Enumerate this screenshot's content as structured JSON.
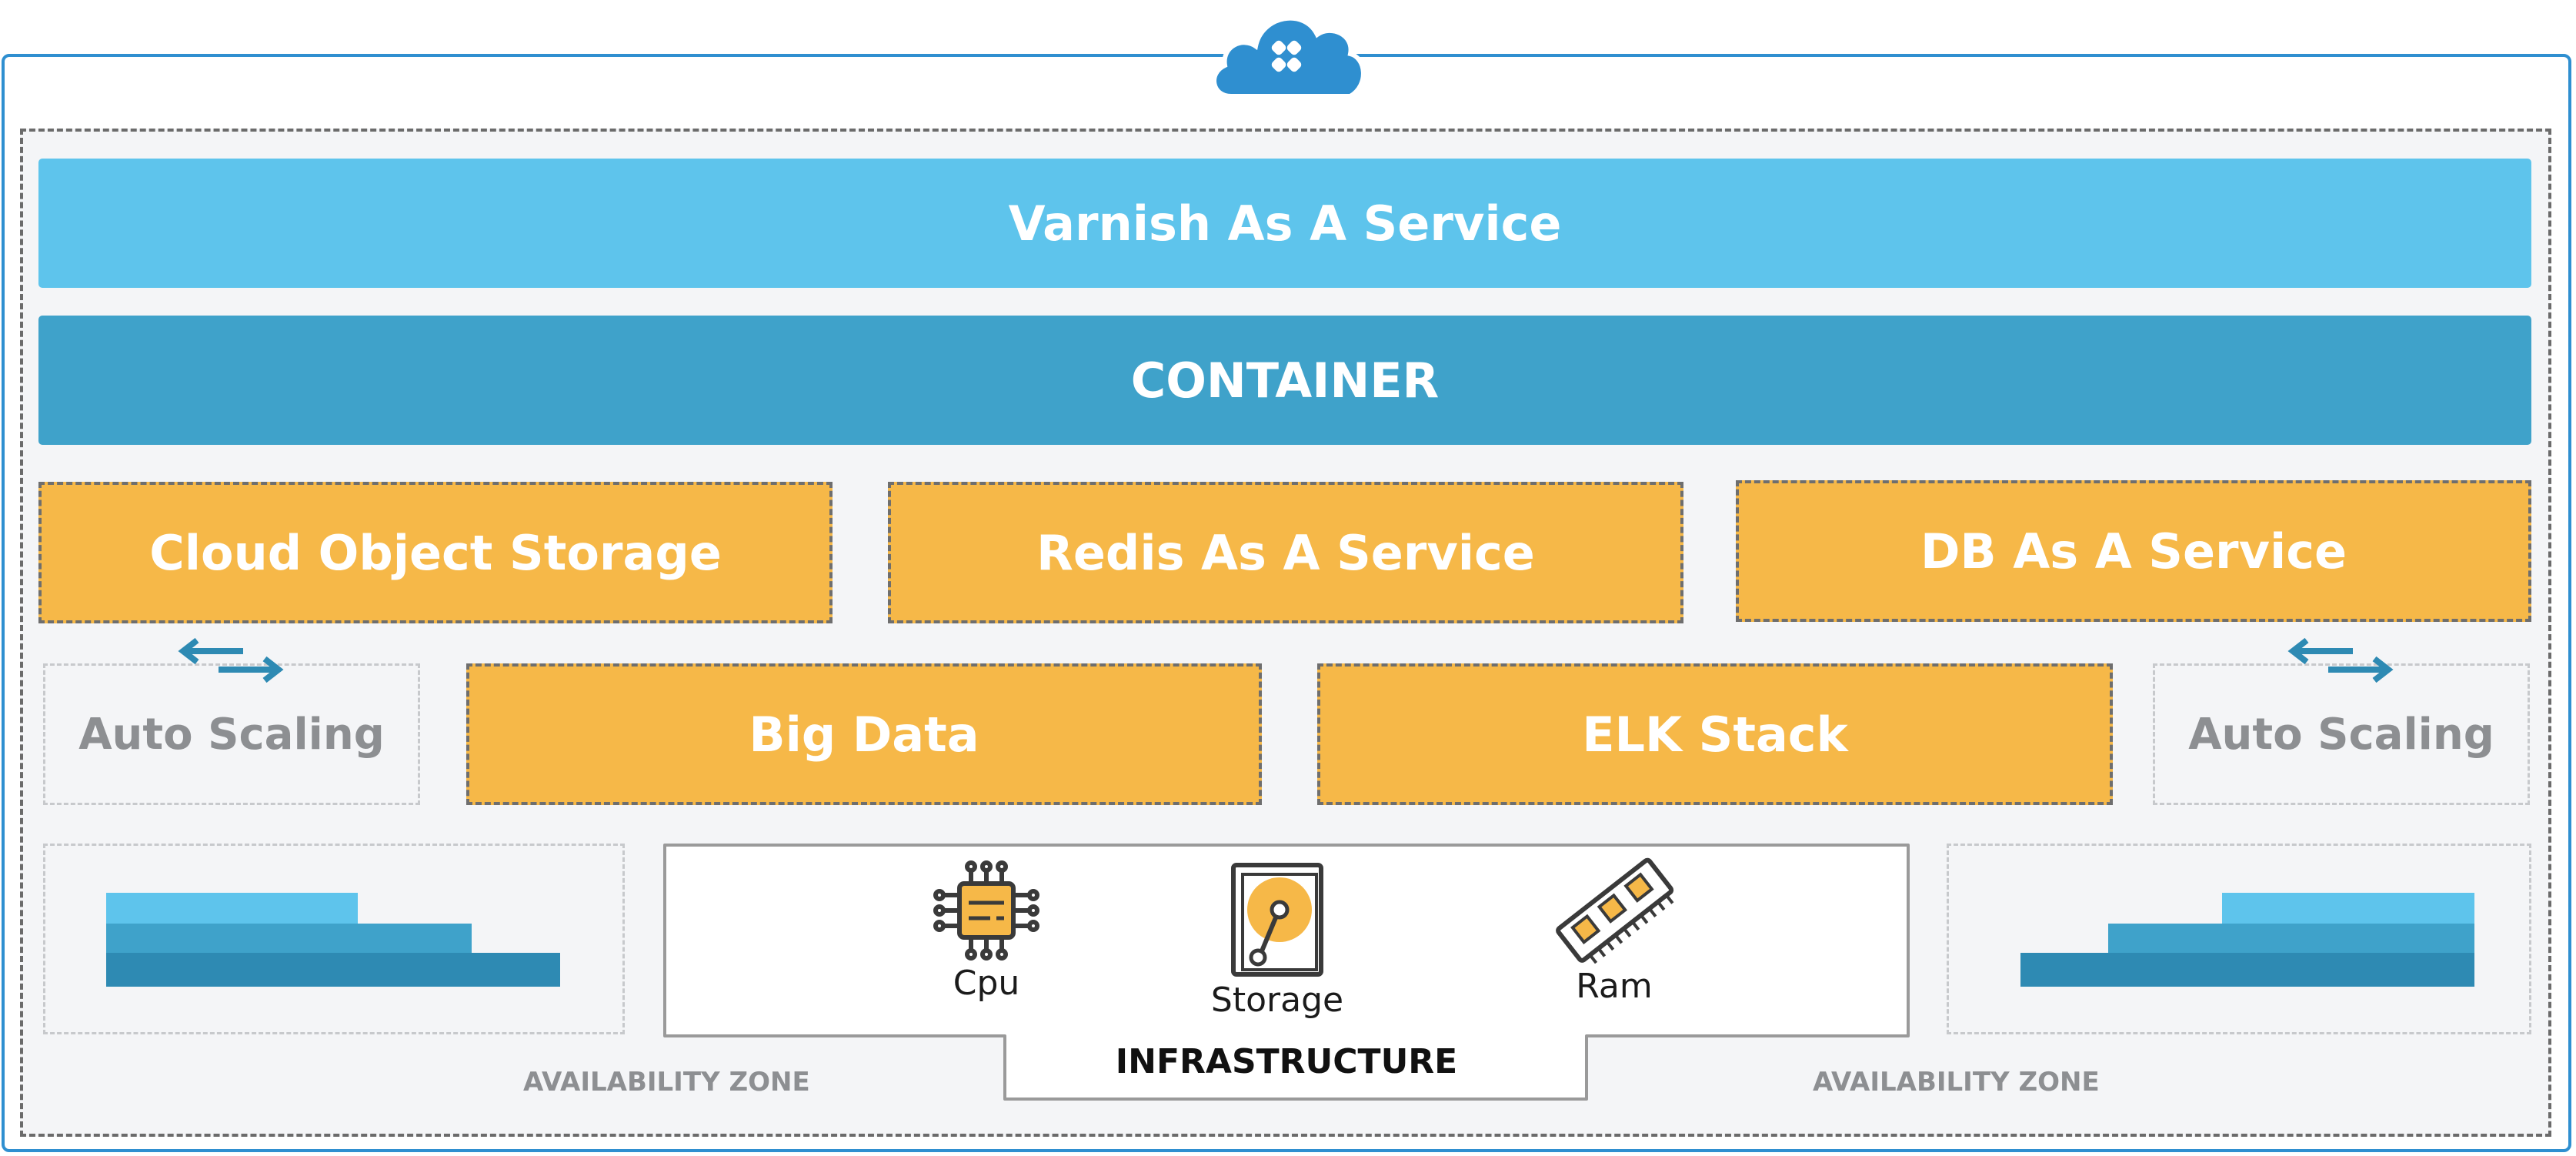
{
  "bands": {
    "varnish": "Varnish As A Service",
    "container": "CONTAINER"
  },
  "services": {
    "cloud_object_storage": "Cloud Object Storage",
    "redis": "Redis As A Service",
    "db": "DB As A Service",
    "big_data": "Big Data",
    "elk_stack": "ELK Stack"
  },
  "auto_scaling": {
    "left_label": "Auto Scaling",
    "right_label": "Auto Scaling",
    "icon": "arrows-icon"
  },
  "infrastructure": {
    "title": "INFRASTRUCTURE",
    "resources": [
      {
        "label": "Cpu",
        "icon": "cpu-icon"
      },
      {
        "label": "Storage",
        "icon": "storage-icon"
      },
      {
        "label": "Ram",
        "icon": "ram-icon"
      }
    ]
  },
  "availability_zones": {
    "left_label": "AVAILABILITY ZONE",
    "right_label": "AVAILABILITY ZONE"
  },
  "logo": {
    "icon": "cloud-logo-icon"
  },
  "colors": {
    "frame": "#2f8fd0",
    "light_blue": "#5ec4ec",
    "mid_blue": "#3fa2ca",
    "dark_blue": "#2e8ab3",
    "orange": "#f6b848",
    "gray_text": "#8d8f92"
  }
}
